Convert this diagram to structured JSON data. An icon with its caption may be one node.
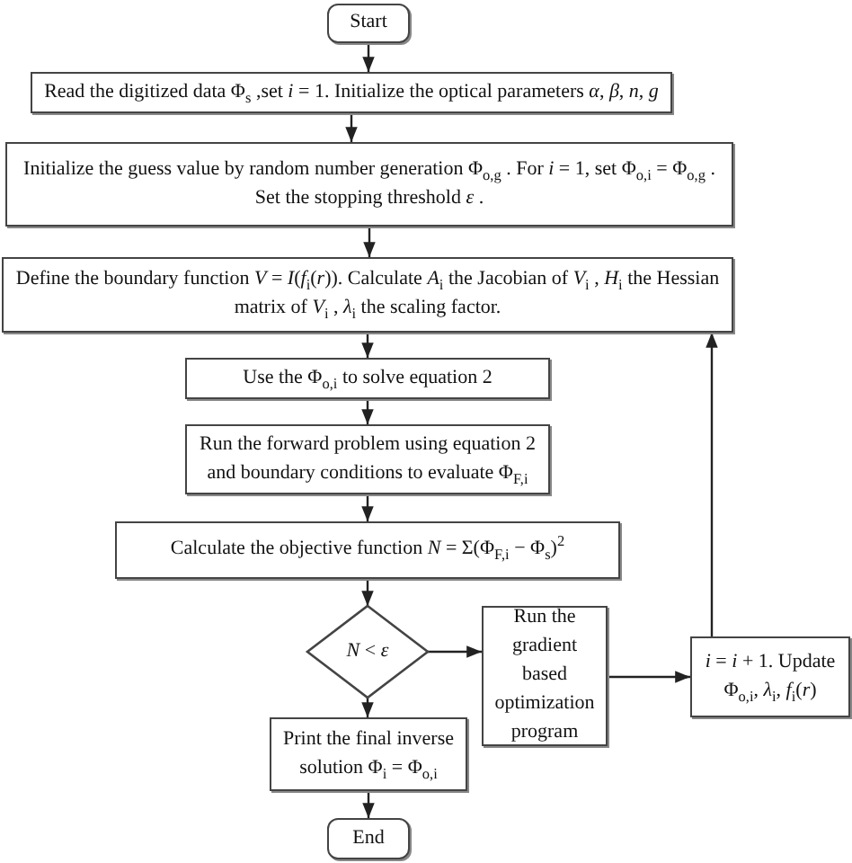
{
  "diagram": {
    "nodes": [
      {
        "text": [
          "Start"
        ]
      },
      {
        "text": [
          "Read the digitized data Φ$_{s}$ ,set *i* = 1. Initialize the optical parameters *α*, *β*, *n*, *g*"
        ]
      },
      {
        "text": [
          "Initialize the guess value by random number generation Φ$_{o,g}$ . For *i* = 1, set Φ$_{o,i}$ = Φ$_{o,g}$ . Set the stopping threshold *ε* ."
        ]
      },
      {
        "text": [
          "Define the boundary function *V* = *I*(*f*$_{i}$(*r*)). Calculate *A*$_{i}$ the Jacobian of *V*$_{i}$ , *H*$_{i}$ the Hessian matrix of *V*$_{i}$ , *λ*$_{i}$ the scaling factor."
        ]
      },
      {
        "text": [
          "Use the Φ$_{o,i}$ to solve equation 2"
        ]
      },
      {
        "text": [
          "Run the forward problem using equation 2 and boundary conditions to evaluate Φ$_{F,i}$"
        ]
      },
      {
        "text": [
          "Calculate the objective function *N* = Σ(Φ$_{F,i}$ − Φ$_{s}$)$^{2}$"
        ]
      },
      {
        "text": [
          "*N* < *ε*"
        ]
      },
      {
        "text": [
          "Run the gradient based optimization program"
        ]
      },
      {
        "text": [
          "*i* = *i* + 1. Update Φ$_{o,i}$, *λ*$_{i}$, *f*$_{i}$(*r*)"
        ]
      },
      {
        "text": [
          "Print the final inverse solution Φ$_{i}$ = Φ$_{o,i}$"
        ]
      },
      {
        "text": [
          "End"
        ]
      }
    ],
    "edges": [
      {
        "from": 0,
        "to": 1,
        "arrow": "to"
      },
      {
        "from": 1,
        "to": 2,
        "arrow": "to"
      },
      {
        "from": 2,
        "to": 3,
        "arrow": "to"
      },
      {
        "from": 3,
        "to": 4,
        "arrow": "to"
      },
      {
        "from": 4,
        "to": 5,
        "arrow": "to"
      },
      {
        "from": 5,
        "to": 6,
        "arrow": "to"
      },
      {
        "from": 6,
        "to": 7,
        "arrow": "to"
      },
      {
        "from": 7,
        "to": 8,
        "arrow": "to"
      },
      {
        "from": 7,
        "to": 10,
        "arrow": "to"
      },
      {
        "from": 8,
        "to": 9,
        "arrow": "to"
      },
      {
        "from": 9,
        "to": 3,
        "arrow": "to"
      },
      {
        "from": 10,
        "to": 11,
        "arrow": "to"
      }
    ]
  }
}
